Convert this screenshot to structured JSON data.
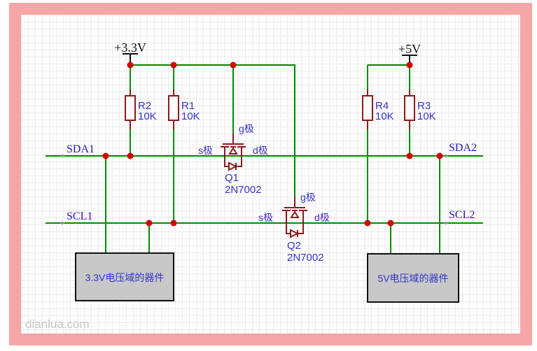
{
  "site_watermark": "dianlua.com",
  "colors": {
    "wire_green": "#008C00",
    "component_red": "#8C1A1A",
    "junction_red": "#D40000",
    "label_blue": "#3434C8",
    "net_blue": "#2020C0",
    "frame_pink": "#F6A6A6",
    "box_gray": "#C8C8C8"
  },
  "power_rails": {
    "rail_33": "+3.3V",
    "rail_5": "+5V"
  },
  "nets": {
    "sda1": "SDA1",
    "scl1": "SCL1",
    "sda2": "SDA2",
    "scl2": "SCL2"
  },
  "resistors": {
    "r1": {
      "ref": "R1",
      "value": "10K"
    },
    "r2": {
      "ref": "R2",
      "value": "10K"
    },
    "r3": {
      "ref": "R3",
      "value": "10K"
    },
    "r4": {
      "ref": "R4",
      "value": "10K"
    }
  },
  "transistors": {
    "q1": {
      "ref": "Q1",
      "part": "2N7002"
    },
    "q2": {
      "ref": "Q2",
      "part": "2N7002"
    }
  },
  "pin_labels": {
    "gate": "g极",
    "source": "s极",
    "drain": "d极"
  },
  "device_boxes": {
    "left": "3.3V电压域的器件",
    "right": "5V电压域的器件"
  }
}
